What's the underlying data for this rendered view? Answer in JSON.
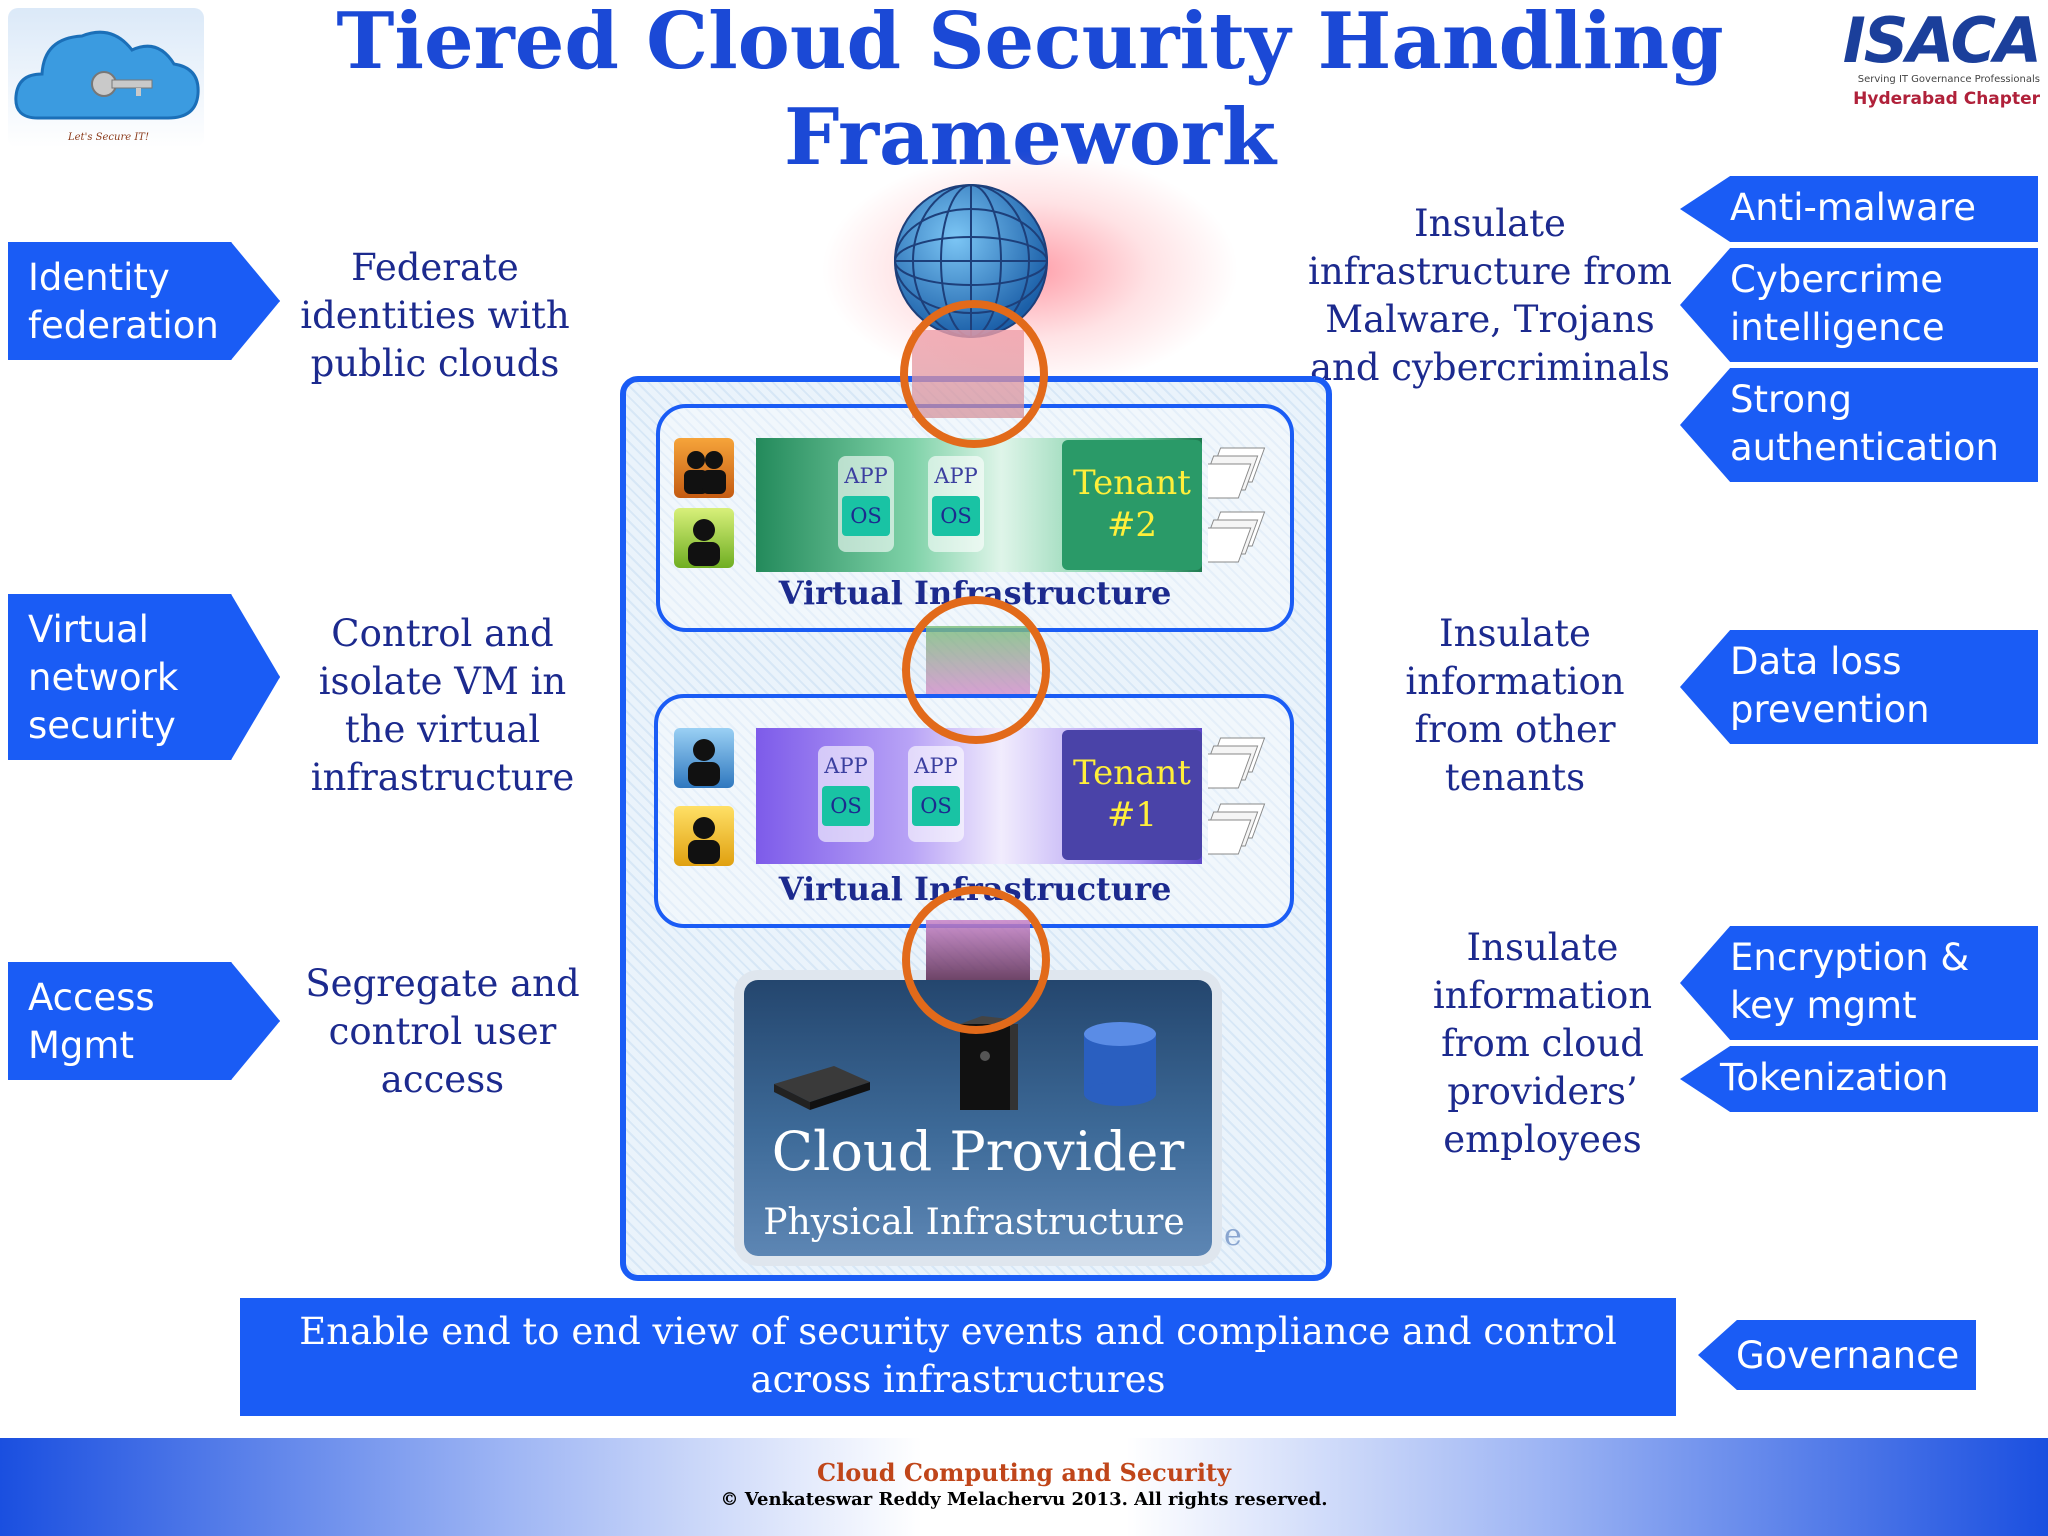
{
  "title": {
    "line1": "Tiered Cloud Security Handling",
    "line2": "Framework"
  },
  "logo_left": {
    "caption": "Let's Secure IT!"
  },
  "logo_right": {
    "brand": "ISACA",
    "tagline": "Serving IT Governance Professionals",
    "chapter": "Hyderabad Chapter"
  },
  "left_controls": [
    {
      "label": "Identity federation",
      "desc": "Federate identities with public clouds"
    },
    {
      "label": "Virtual network security",
      "desc": "Control and isolate VM in the virtual infrastructure"
    },
    {
      "label": "Access Mgmt",
      "desc": "Segregate and control user access"
    }
  ],
  "right_descs": [
    "Insulate infrastructure from Malware, Trojans and cybercriminals",
    "Insulate information from other tenants",
    "Insulate information from cloud providers’ employees"
  ],
  "right_controls": {
    "top": [
      "Anti-malware",
      "Cybercrime intelligence",
      "Strong authentication"
    ],
    "middle": [
      "Data loss prevention"
    ],
    "bottom": [
      "Encryption & key mgmt",
      "Tokenization"
    ]
  },
  "diagram": {
    "tenant2": "Tenant #2",
    "tenant1": "Tenant #1",
    "app": "APP",
    "os": "OS",
    "virtual_infra": "Virtual Infrastructure",
    "cloud_provider": "Cloud Provider",
    "physical_infra": "Physical Infrastructure",
    "partial_label": "e"
  },
  "governance": {
    "band_text": "Enable end to end view of security events and compliance and control across infrastructures",
    "label": "Governance"
  },
  "footer": {
    "line1": "Cloud Computing and Security",
    "line2": "©  Venkateswar Reddy Melachervu 2013. All rights reserved."
  },
  "colors": {
    "accent_blue": "#1a5cf5",
    "title_blue": "#1b49d6",
    "ring_orange": "#e26a1a",
    "text_navy": "#1c2a8e"
  }
}
